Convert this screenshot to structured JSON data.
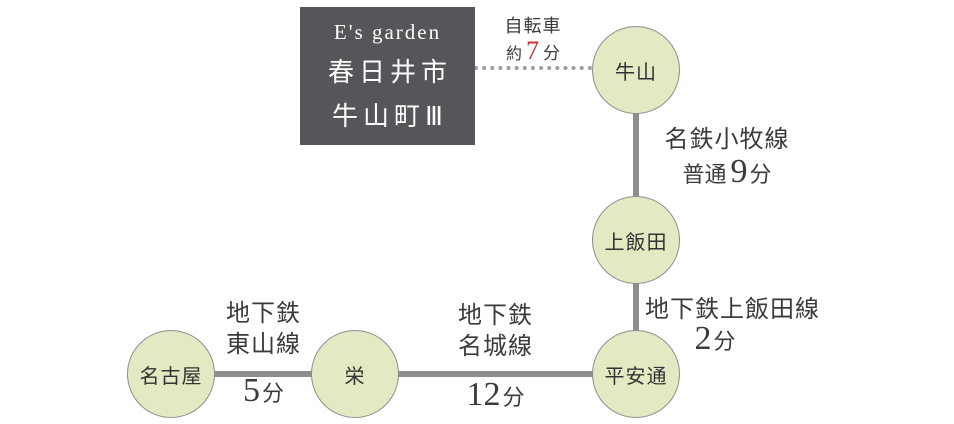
{
  "property": {
    "name_en": "E's garden",
    "line1": "春日井市",
    "line2": "牛山町Ⅲ"
  },
  "bicycle": {
    "mode": "自転車",
    "approx": "約",
    "minutes": "7",
    "unit": "分"
  },
  "segments": {
    "meitetsu": {
      "line": "名鉄小牧線",
      "service": "普通",
      "minutes": "9",
      "unit": "分"
    },
    "kamiiida": {
      "line": "地下鉄上飯田線",
      "minutes": "2",
      "unit": "分"
    },
    "meijo": {
      "line1": "地下鉄",
      "line2": "名城線",
      "minutes": "12",
      "unit": "分"
    },
    "higashiyama": {
      "line1": "地下鉄",
      "line2": "東山線",
      "minutes": "5",
      "unit": "分"
    }
  },
  "stations": [
    {
      "id": "ushiyama",
      "label": "牛山"
    },
    {
      "id": "kamiiida",
      "label": "上飯田"
    },
    {
      "id": "heiandori",
      "label": "平安通"
    },
    {
      "id": "sakae",
      "label": "栄"
    },
    {
      "id": "nagoya",
      "label": "名古屋"
    }
  ],
  "colors": {
    "box_bg": "#57545a",
    "circle_fill": "#e4e8c3",
    "rail_gray": "#8e8e8e",
    "accent_red": "#d0303c"
  }
}
